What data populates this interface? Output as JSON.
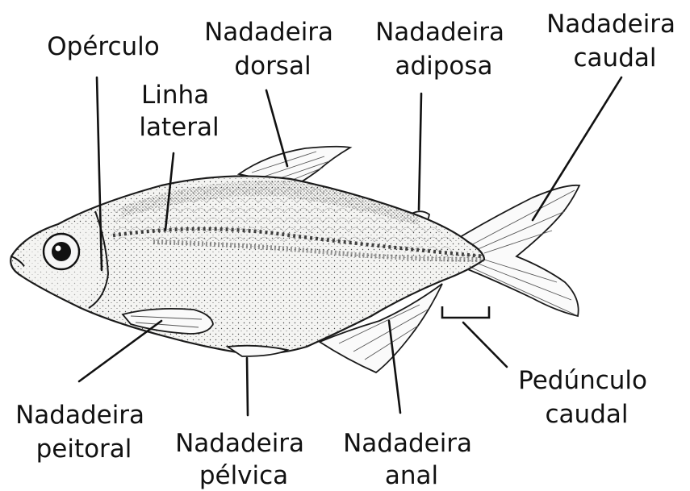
{
  "diagram": {
    "labels": {
      "operculo": [
        "Opérculo"
      ],
      "dorsal": [
        "Nadadeira",
        "dorsal"
      ],
      "adiposa": [
        "Nadadeira",
        "adiposa"
      ],
      "caudal": [
        "Nadadeira",
        "caudal"
      ],
      "linha_lateral": [
        "Linha",
        "lateral"
      ],
      "peitoral": [
        "Nadadeira",
        "peitoral"
      ],
      "pelvica": [
        "Nadadeira",
        "pélvica"
      ],
      "anal": [
        "Nadadeira",
        "anal"
      ],
      "peduncolo": [
        "Pedúnculo",
        "caudal"
      ]
    },
    "colors": {
      "ink": "#111111",
      "body": "#f4f4f2"
    }
  }
}
